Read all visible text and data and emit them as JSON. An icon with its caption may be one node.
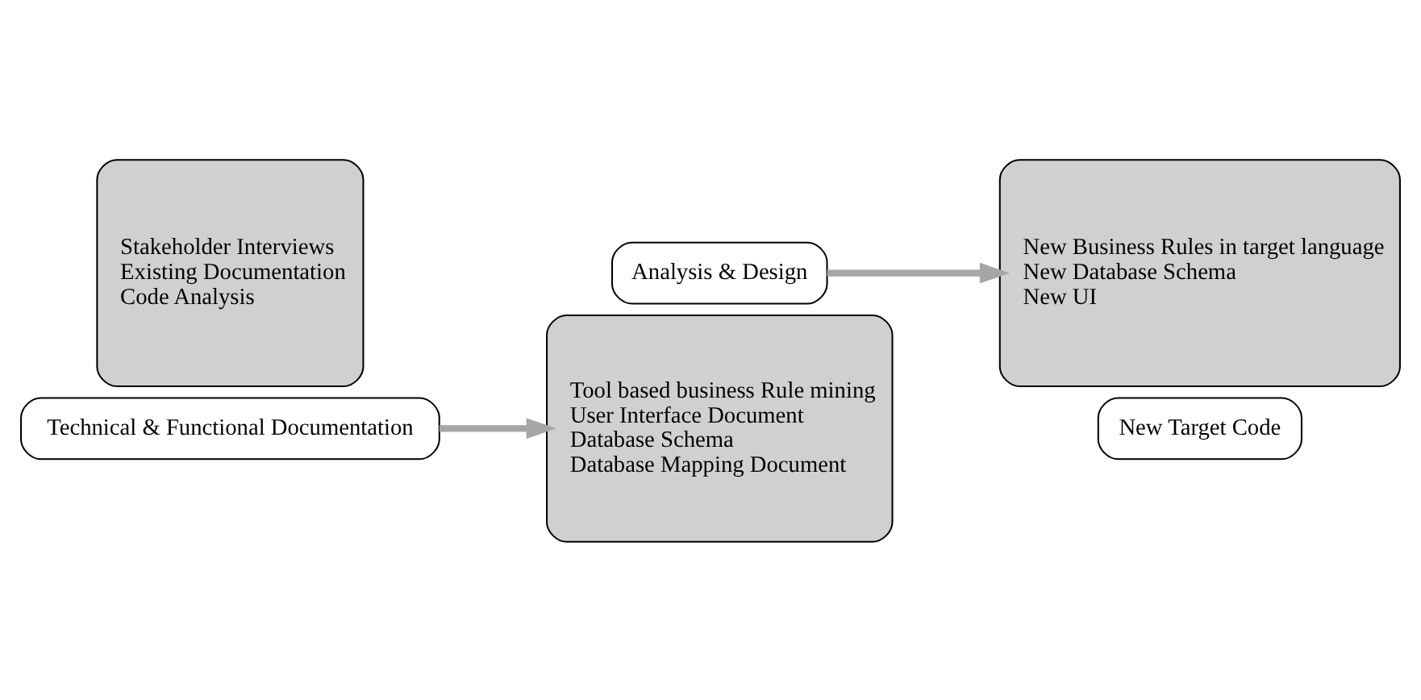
{
  "diagram": {
    "nodes": [
      {
        "text": [
          "Stakeholder Interviews",
          "Existing Documentation",
          "Code Analysis"
        ]
      },
      {
        "text": [
          "Technical & Functional Documentation"
        ]
      },
      {
        "text": [
          "Tool based business Rule mining",
          "User Interface Document",
          "Database Schema",
          "Database Mapping Document"
        ]
      },
      {
        "text": [
          "Analysis & Design"
        ]
      },
      {
        "text": [
          "New Business Rules in target language",
          "New Database Schema",
          "New UI"
        ]
      },
      {
        "text": [
          "New Target Code"
        ]
      }
    ],
    "edges": [
      {
        "from": 1,
        "to": 2,
        "arrow": "to"
      },
      {
        "from": 3,
        "to": 4,
        "arrow": "to"
      }
    ]
  }
}
